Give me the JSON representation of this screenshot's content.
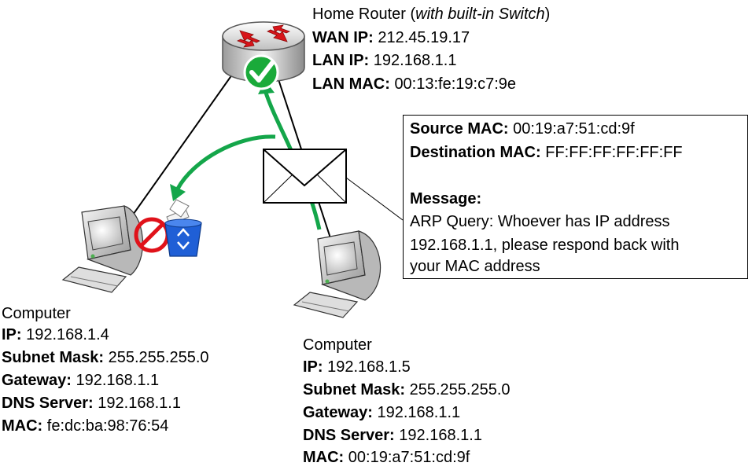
{
  "router": {
    "title_prefix": "Home Router (",
    "title_italic": "with built-in Switch",
    "title_suffix": ")",
    "wan_label": "WAN IP:",
    "wan_value": "212.45.19.17",
    "lan_ip_label": "LAN IP:",
    "lan_ip_value": "192.168.1.1",
    "lan_mac_label": "LAN MAC:",
    "lan_mac_value": "00:13:fe:19:c7:9e"
  },
  "packet": {
    "source_label": "Source MAC:",
    "source_value": "00:19:a7:51:cd:9f",
    "dest_label": "Destination MAC:",
    "dest_value": "FF:FF:FF:FF:FF:FF",
    "message_label": "Message:",
    "message_lines": [
      "ARP Query: Whoever has IP address",
      "192.168.1.1, please respond back with",
      "your MAC address"
    ]
  },
  "computer_left": {
    "title": "Computer",
    "ip_label": "IP:",
    "ip_value": "192.168.1.4",
    "mask_label": "Subnet Mask:",
    "mask_value": "255.255.255.0",
    "gw_label": "Gateway:",
    "gw_value": "192.168.1.1",
    "dns_label": "DNS Server:",
    "dns_value": "192.168.1.1",
    "mac_label": "MAC:",
    "mac_value": "fe:dc:ba:98:76:54"
  },
  "computer_right": {
    "title": "Computer",
    "ip_label": "IP:",
    "ip_value": "192.168.1.5",
    "mask_label": "Subnet Mask:",
    "mask_value": "255.255.255.0",
    "gw_label": "Gateway:",
    "gw_value": "192.168.1.1",
    "dns_label": "DNS Server:",
    "dns_value": "192.168.1.1",
    "mac_label": "MAC:",
    "mac_value": "00:19:a7:51:cd:9f"
  },
  "colors": {
    "arrow": "#14a64a",
    "check": "#1aaa3a",
    "prohibit": "#e0121a",
    "recycle_bin": "#1f5fd6",
    "router_arrows": "#d8141a"
  },
  "icons": [
    "router-icon",
    "checkmark-icon",
    "envelope-icon",
    "computer-icon",
    "prohibit-icon",
    "recycle-bin-icon"
  ]
}
